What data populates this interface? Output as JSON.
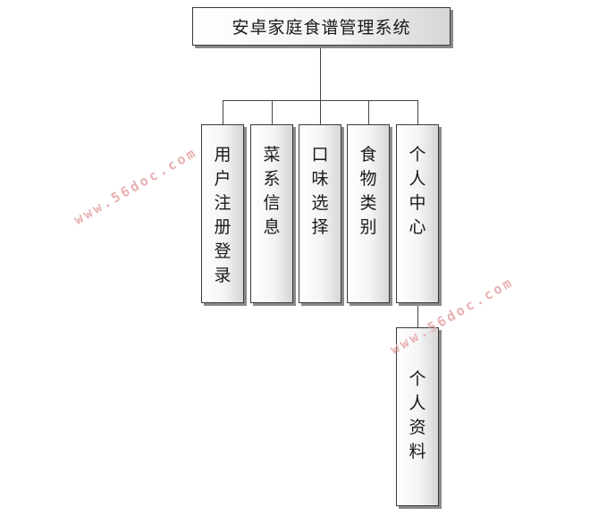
{
  "root": {
    "title": "安卓家庭食谱管理系统"
  },
  "modules": [
    {
      "label": "用户注册登录"
    },
    {
      "label": "菜系信息"
    },
    {
      "label": "口味选择"
    },
    {
      "label": "食物类别"
    },
    {
      "label": "个人中心"
    }
  ],
  "submodule": {
    "label": "个人资料"
  },
  "watermark": {
    "text": "www.56doc.com"
  }
}
